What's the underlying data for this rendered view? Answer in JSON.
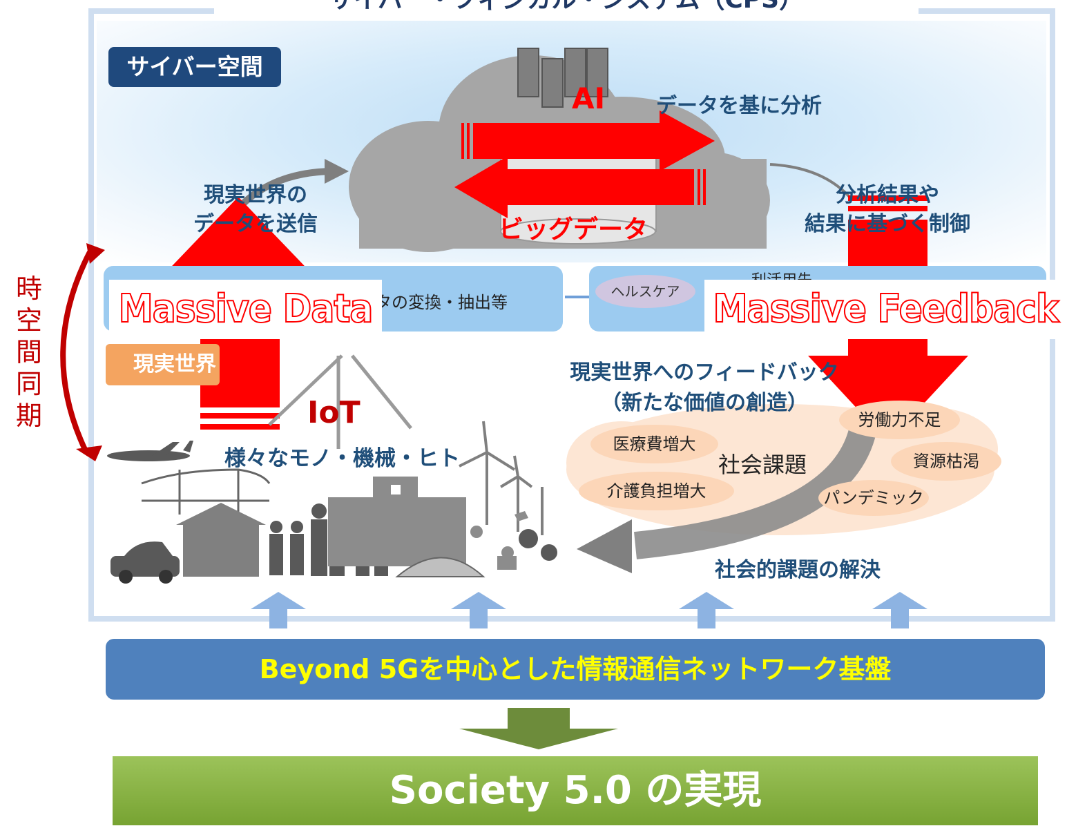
{
  "title": "サイバー・フィジカル・システム（CPS）",
  "cyber_space": {
    "badge": "サイバー空間",
    "ai_label": "AI",
    "analysis_label": "データを基に分析",
    "bigdata_label": "ビッグデータ",
    "send_data_line1": "現実世界の",
    "send_data_line2": "データを送信",
    "result_line1": "分析結果や",
    "result_line2": "結果に基づく制御"
  },
  "middle": {
    "left_band_text": "データの変換・抽出等",
    "right_band_top": "利活用先",
    "healthcare": "ヘルスケア"
  },
  "massive": {
    "data": "Massive Data",
    "feedback": "Massive Feedback"
  },
  "physical_space": {
    "badge": "現実世界",
    "iot": "IoT",
    "things": "様々なモノ・機械・ヒト",
    "feedback_line1": "現実世界へのフィードバック",
    "feedback_line2": "（新たな価値の創造）",
    "social_issues": "社会課題",
    "issues": {
      "medical": "医療費増大",
      "care": "介護負担増大",
      "labor": "労働力不足",
      "resources": "資源枯渇",
      "pandemic": "パンデミック"
    },
    "solution": "社会的課題の解決"
  },
  "sync_label": "時空間同期",
  "network": "Beyond 5Gを中心とした情報通信ネットワーク基盤",
  "society": "Society 5.0 の実現",
  "colors": {
    "dark_blue": "#1f497d",
    "text_blue": "#1f4e79",
    "red": "#ff0000",
    "network_blue": "#4f81bd",
    "yellow": "#ffff00",
    "green": "#77a332",
    "orange": "#f4a460",
    "peach": "#fcd6b8"
  }
}
